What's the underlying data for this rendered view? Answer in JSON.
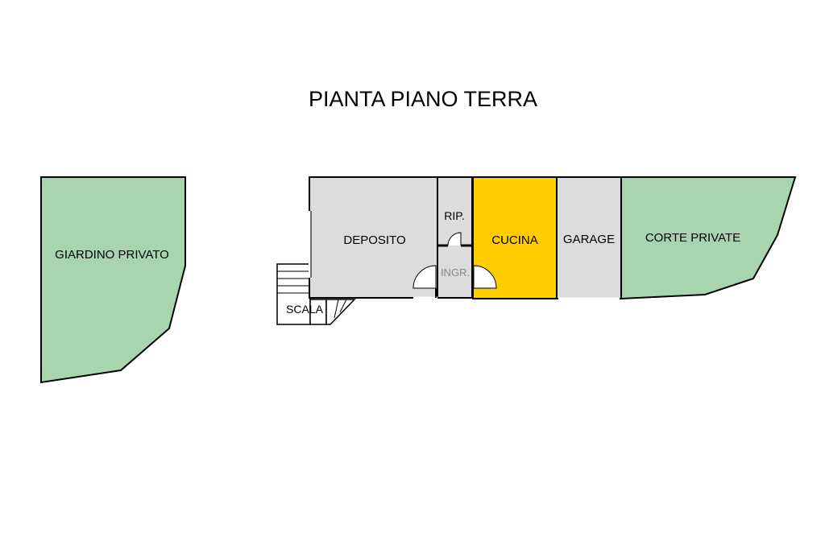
{
  "title": "PIANTA PIANO TERRA",
  "rooms": {
    "giardino": {
      "label": "GIARDINO PRIVATO"
    },
    "deposito": {
      "label": "DEPOSITO"
    },
    "ripostiglio": {
      "label": "RIP."
    },
    "ingresso": {
      "label": "INGR."
    },
    "cucina": {
      "label": "CUCINA"
    },
    "garage": {
      "label": "GARAGE"
    },
    "corte": {
      "label": "CORTE PRIVATE"
    },
    "scala": {
      "label": "SCALA"
    }
  },
  "colors": {
    "green_area": "#a8d5b0",
    "grey_room": "#dcdcdc",
    "highlight_room": "#ffcc00",
    "wall": "#000000"
  }
}
